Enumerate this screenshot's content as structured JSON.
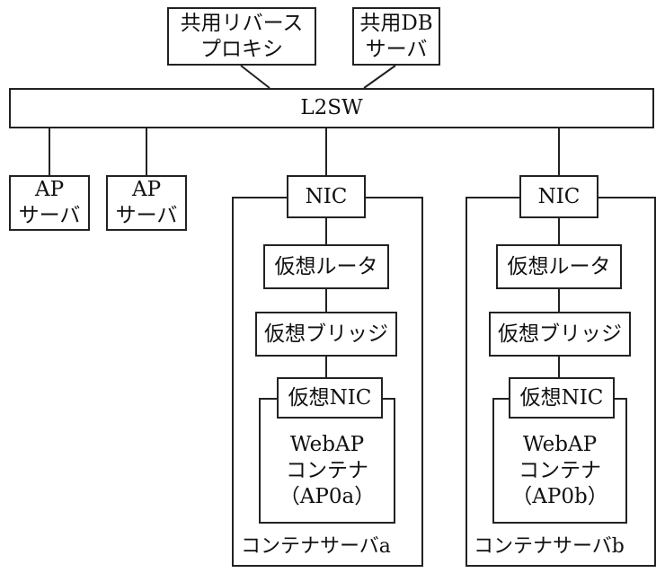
{
  "shared_reverse_proxy": [
    "共用リバース",
    "プロキシ"
  ],
  "shared_db_server": [
    "共用DB",
    "サーバ"
  ],
  "switch": "L2SW",
  "ap_servers": [
    [
      "AP",
      "サーバ"
    ],
    [
      "AP",
      "サーバ"
    ]
  ],
  "container_servers": [
    {
      "label": "コンテナサーバa",
      "nic": "NIC",
      "virtual_router": "仮想ルータ",
      "virtual_bridge": "仮想ブリッジ",
      "virtual_nic": "仮想NIC",
      "container": [
        "WebAP",
        "コンテナ",
        "（AP0a）"
      ]
    },
    {
      "label": "コンテナサーバb",
      "nic": "NIC",
      "virtual_router": "仮想ルータ",
      "virtual_bridge": "仮想ブリッジ",
      "virtual_nic": "仮想NIC",
      "container": [
        "WebAP",
        "コンテナ",
        "（AP0b）"
      ]
    }
  ]
}
